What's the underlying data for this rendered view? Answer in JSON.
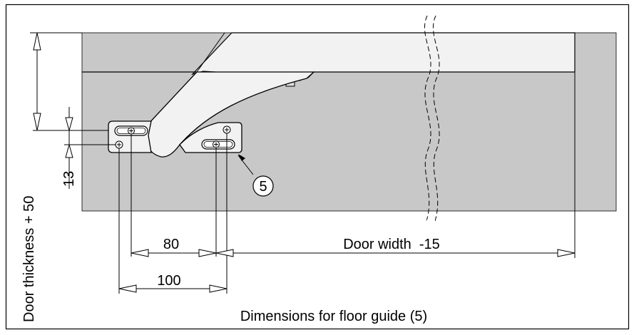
{
  "drawing": {
    "labels": {
      "door_thickness": "Door thickness + 50",
      "dim_13": "13",
      "dim_80": "80",
      "dim_100": "100",
      "door_width": "Door width  -15",
      "callout": "5",
      "caption": "Dimensions for floor guide (5)"
    },
    "colors": {
      "floor_fill": "#c8c8c8",
      "door_fill": "#f2f2f2",
      "line": "#000000",
      "background": "#ffffff"
    }
  }
}
